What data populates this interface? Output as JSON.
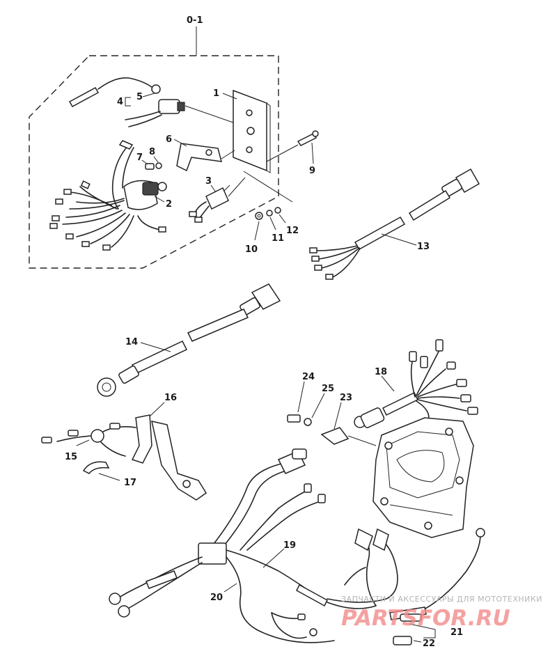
{
  "callouts": {
    "assembly": "0-1",
    "c1": "1",
    "c2": "2",
    "c3": "3",
    "c4": "4",
    "c5": "5",
    "c6": "6",
    "c7": "7",
    "c8": "8",
    "c9": "9",
    "c10": "10",
    "c11": "11",
    "c12": "12",
    "c13": "13",
    "c14": "14",
    "c15": "15",
    "c16": "16",
    "c17": "17",
    "c18": "18",
    "c19": "19",
    "c20": "20",
    "c21": "21",
    "c22": "22",
    "c23": "23",
    "c24": "24",
    "c25": "25"
  },
  "watermark": {
    "tagline": "ЗАПЧАСТИ И АКСЕССУАРЫ ДЛЯ МОТОТЕХНИКИ",
    "brand": "PARTSFOR.RU"
  }
}
